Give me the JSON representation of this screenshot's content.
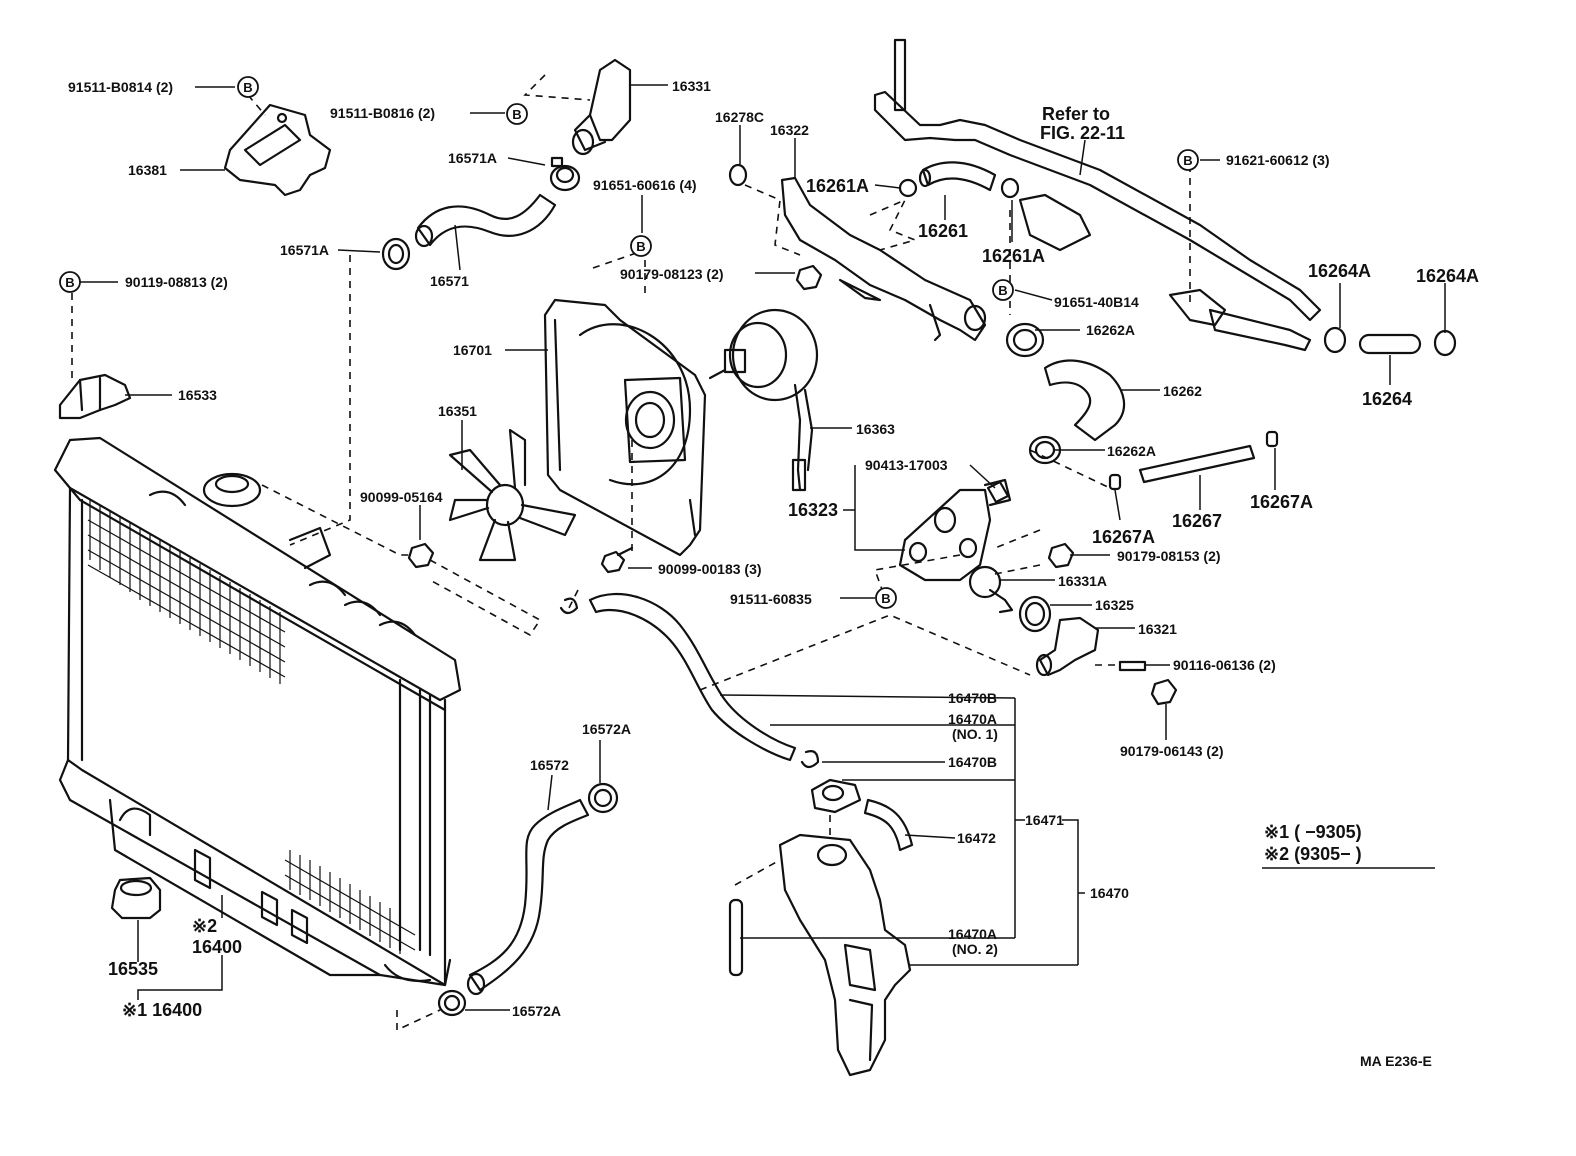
{
  "labels": {
    "l_91511_b0814": "91511-B0814 (2)",
    "l_16381": "16381",
    "l_91511_b0816": "91511-B0816 (2)",
    "l_16331": "16331",
    "l_16571a_top": "16571A",
    "l_16571a_left": "16571A",
    "l_16571": "16571",
    "l_90119": "90119-08813 (2)",
    "l_16533": "16533",
    "l_91651_60616": "91651-60616 (4)",
    "l_90179_08123": "90179-08123 (2)",
    "l_16701": "16701",
    "l_16351": "16351",
    "l_90099_05164": "90099-05164",
    "l_90099_00183": "90099-00183 (3)",
    "l_16363": "16363",
    "l_16278c": "16278C",
    "l_16322": "16322",
    "l_16261a_top": "16261A",
    "l_16261": "16261",
    "l_16261a_bot": "16261A",
    "l_refer": "Refer to",
    "l_fig": "FIG. 22-11",
    "l_91621": "91621-60612 (3)",
    "l_91651_40b14": "91651-40B14",
    "l_16262a_top": "16262A",
    "l_16262": "16262",
    "l_16262a_bot": "16262A",
    "l_16264a_1": "16264A",
    "l_16264a_2": "16264A",
    "l_16264": "16264",
    "l_90413": "90413-17003",
    "l_16323": "16323",
    "l_16267a_1": "16267A",
    "l_16267": "16267",
    "l_16267a_2": "16267A",
    "l_90179_08153": "90179-08153 (2)",
    "l_16331a": "16331A",
    "l_91511_60835": "91511-60835",
    "l_16325": "16325",
    "l_16321": "16321",
    "l_90116": "90116-06136 (2)",
    "l_90179_06143": "90179-06143 (2)",
    "l_16470b_1": "16470B",
    "l_16470a_no1": "16470A",
    "l_no1": "(NO. 1)",
    "l_16470b_2": "16470B",
    "l_16471": "16471",
    "l_16472": "16472",
    "l_16470": "16470",
    "l_16470a_no2": "16470A",
    "l_no2": "(NO. 2)",
    "l_16572a_top": "16572A",
    "l_16572": "16572",
    "l_16572a_bot": "16572A",
    "l_star2": "※2",
    "l_16400": "16400",
    "l_16535": "16535",
    "l_star1_16400": "※1 16400",
    "l_note1": "※1 (        −9305)",
    "l_note2": "※2 (9305−           )",
    "l_code": "MA  E236-E",
    "b": "B"
  }
}
